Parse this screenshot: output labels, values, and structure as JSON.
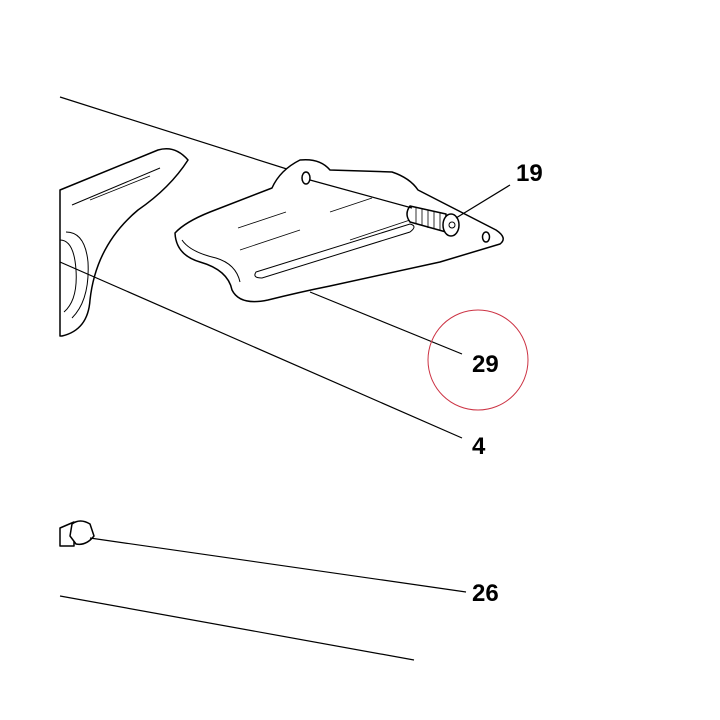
{
  "callouts": {
    "c19": "19",
    "c29": "29",
    "c4": "4",
    "c26": "26"
  },
  "highlight_color": "#cc3344"
}
